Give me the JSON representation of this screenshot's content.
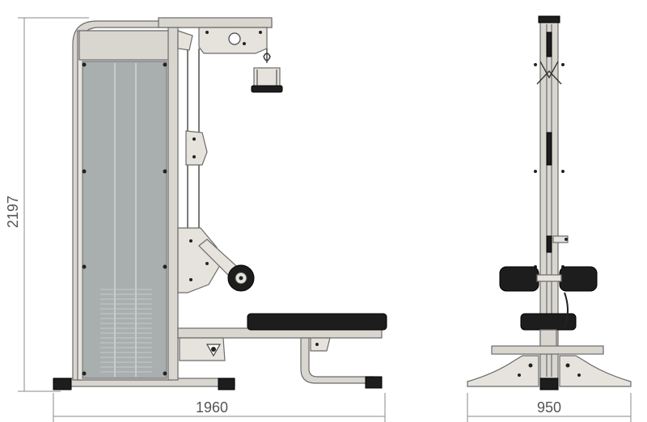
{
  "dimensions": {
    "height_label": "2197",
    "width_side_label": "1960",
    "width_front_label": "950"
  },
  "views": {
    "side_view": "side-view",
    "front_view": "front-view"
  },
  "colors": {
    "frame": "#d9d6d0",
    "shroud": "#a9aeaf",
    "padding": "#1d1d1d",
    "dimension_lines": "#8a8a8a"
  }
}
